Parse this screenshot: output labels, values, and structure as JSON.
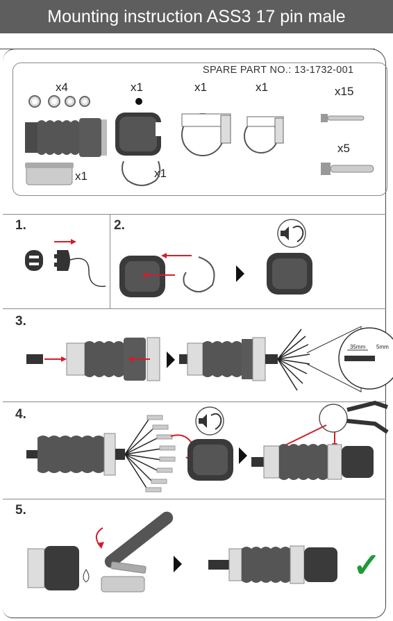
{
  "header": {
    "title": "Mounting instruction ASS3 17 pin male"
  },
  "parts": {
    "spare_part_label": "SPARE PART NO.: 13-1732-001",
    "quantities": {
      "seals": "x4",
      "housing": "x1",
      "clamp_large": "x1",
      "clamp_small": "x1",
      "pins_short": "x15",
      "pins_long": "x5",
      "grease_box": "x1",
      "retaining_ring": "x1"
    }
  },
  "steps": [
    {
      "number": "1."
    },
    {
      "number": "2."
    },
    {
      "number": "3."
    },
    {
      "number": "4."
    },
    {
      "number": "5."
    }
  ],
  "measure": {
    "strip_length": "35mm",
    "end_length": "5mm"
  },
  "colors": {
    "header_bg": "#5e5e5e",
    "arrow_red": "#d01e2a",
    "check_green": "#1e9a3a"
  },
  "icons": [
    "ear-icon",
    "speaker-icon",
    "arrow-right-icon",
    "check-icon",
    "plug-icon",
    "crimp-tool-icon",
    "grease-icon"
  ]
}
